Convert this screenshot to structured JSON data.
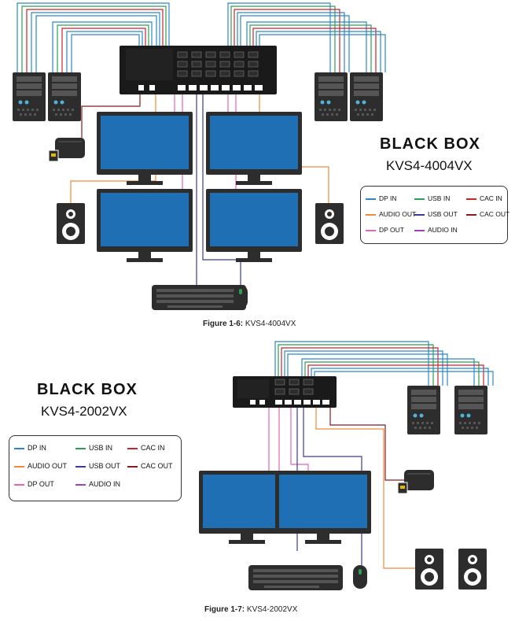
{
  "colors": {
    "dp_in": "#2b88c8",
    "usb_in": "#2e9e52",
    "cac_in": "#c8242f",
    "audio_out": "#f08a3c",
    "usb_out": "#3a3a9a",
    "cac_out": "#8a1a20",
    "dp_out": "#e466b6",
    "audio_in": "#9a44b0",
    "screen": "#1f6fb5",
    "device": "#2d2d2d"
  },
  "fig1": {
    "brand": "BLACK BOX",
    "model": "KVS4-4004VX",
    "caption_label": "Figure 1-6:",
    "caption_text": " KVS4-4004VX",
    "legend": [
      {
        "label": "DP IN",
        "color": "dp_in"
      },
      {
        "label": "USB IN",
        "color": "usb_in"
      },
      {
        "label": "CAC IN",
        "color": "cac_in"
      },
      {
        "label": "AUDIO OUT",
        "color": "audio_out"
      },
      {
        "label": "USB OUT",
        "color": "usb_out"
      },
      {
        "label": "CAC OUT",
        "color": "cac_out"
      },
      {
        "label": "DP OUT",
        "color": "dp_out"
      },
      {
        "label": "AUDIO IN",
        "color": "audio_in"
      }
    ]
  },
  "fig2": {
    "brand": "BLACK BOX",
    "model": "KVS4-2002VX",
    "caption_label": "Figure 1-7:",
    "caption_text": " KVS4-2002VX",
    "legend": [
      {
        "label": "DP IN",
        "color": "dp_in"
      },
      {
        "label": "USB IN",
        "color": "usb_in"
      },
      {
        "label": "CAC IN",
        "color": "cac_in"
      },
      {
        "label": "AUDIO OUT",
        "color": "audio_out"
      },
      {
        "label": "USB OUT",
        "color": "usb_out"
      },
      {
        "label": "CAC OUT",
        "color": "cac_out"
      },
      {
        "label": "DP OUT",
        "color": "dp_out"
      },
      {
        "label": "AUDIO IN",
        "color": "audio_in"
      }
    ]
  }
}
